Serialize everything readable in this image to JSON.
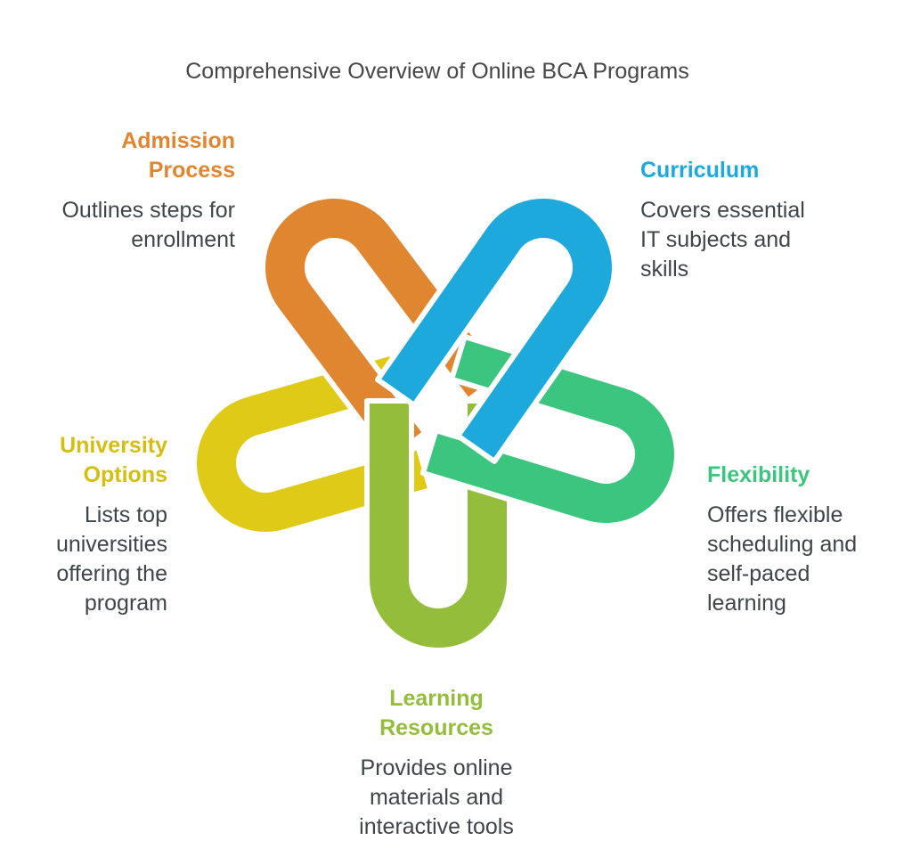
{
  "title": "Comprehensive Overview of Online BCA Programs",
  "colors": {
    "admission": "#e08631",
    "curriculum": "#1ea9dc",
    "flexibility": "#3cc57f",
    "learning": "#93bd3b",
    "university": "#dfca17"
  },
  "items": {
    "admission": {
      "head": [
        "Admission",
        "Process"
      ],
      "desc": [
        "Outlines steps for",
        "enrollment"
      ]
    },
    "curriculum": {
      "head": [
        "Curriculum"
      ],
      "desc": [
        "Covers essential",
        "IT subjects and",
        "skills"
      ]
    },
    "flexibility": {
      "head": [
        "Flexibility"
      ],
      "desc": [
        "Offers flexible",
        "scheduling and",
        "self-paced",
        "learning"
      ]
    },
    "learning": {
      "head": [
        "Learning",
        "Resources"
      ],
      "desc": [
        "Provides online",
        "materials and",
        "interactive tools"
      ]
    },
    "university": {
      "head": [
        "University",
        "Options"
      ],
      "desc": [
        "Lists top",
        "universities",
        "offering the",
        "program"
      ]
    }
  }
}
